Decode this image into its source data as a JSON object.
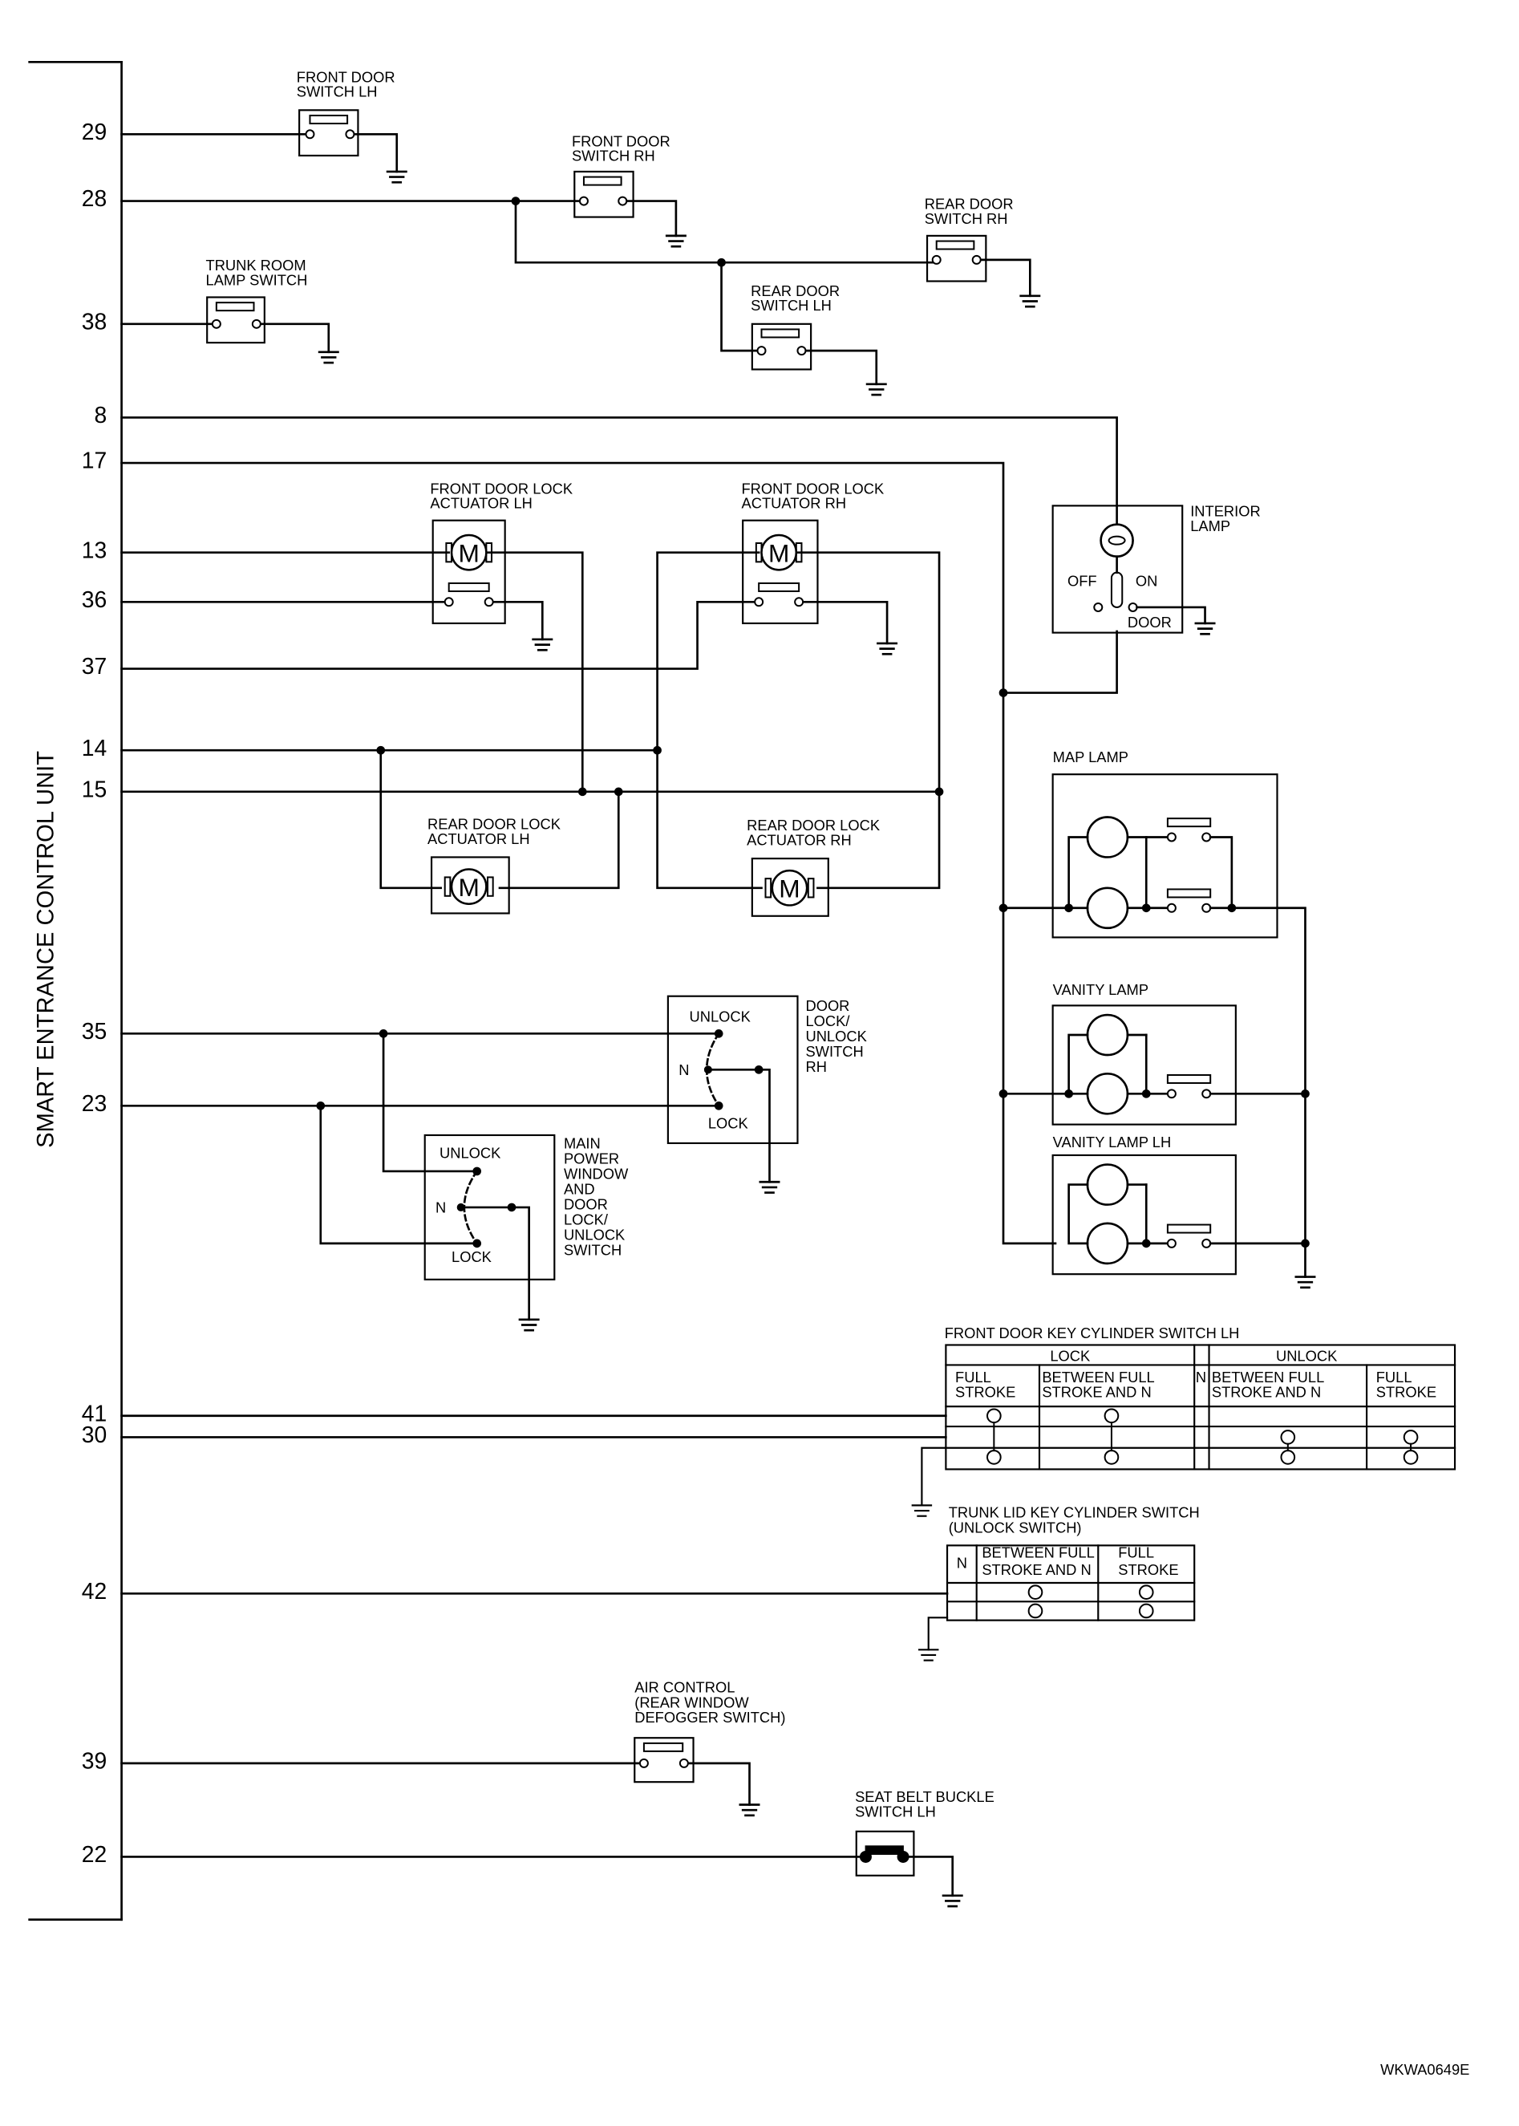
{
  "unit": {
    "name": "SMART ENTRANCE CONTROL UNIT"
  },
  "pins": {
    "p29": "29",
    "p28": "28",
    "p38": "38",
    "p8": "8",
    "p17": "17",
    "p13": "13",
    "p36": "36",
    "p37": "37",
    "p14": "14",
    "p15": "15",
    "p35": "35",
    "p23": "23",
    "p41": "41",
    "p30": "30",
    "p42": "42",
    "p39": "39",
    "p22": "22"
  },
  "components": {
    "front_door_switch_lh": [
      "FRONT DOOR",
      "SWITCH LH"
    ],
    "front_door_switch_rh": [
      "FRONT DOOR",
      "SWITCH RH"
    ],
    "rear_door_switch_rh": [
      "REAR DOOR",
      "SWITCH RH"
    ],
    "rear_door_switch_lh": [
      "REAR DOOR",
      "SWITCH LH"
    ],
    "trunk_room_lamp_switch": [
      "TRUNK ROOM",
      "LAMP SWITCH"
    ],
    "front_door_lock_actuator_lh": [
      "FRONT DOOR LOCK",
      "ACTUATOR LH"
    ],
    "front_door_lock_actuator_rh": [
      "FRONT DOOR LOCK",
      "ACTUATOR RH"
    ],
    "rear_door_lock_actuator_lh": [
      "REAR DOOR LOCK",
      "ACTUATOR LH"
    ],
    "rear_door_lock_actuator_rh": [
      "REAR DOOR LOCK",
      "ACTUATOR RH"
    ],
    "interior_lamp": [
      "INTERIOR",
      "LAMP"
    ],
    "interior_lamp_off": "OFF",
    "interior_lamp_on": "ON",
    "interior_lamp_door": "DOOR",
    "map_lamp": "MAP LAMP",
    "vanity_lamp": "VANITY LAMP",
    "vanity_lamp_lh": "VANITY LAMP LH",
    "door_lock_switch_rh": [
      "DOOR",
      "LOCK/",
      "UNLOCK",
      "SWITCH",
      "RH"
    ],
    "main_power_window_switch": [
      "MAIN",
      "POWER",
      "WINDOW",
      "AND",
      "DOOR",
      "LOCK/",
      "UNLOCK",
      "SWITCH"
    ],
    "switch_unlock": "UNLOCK",
    "switch_n": "N",
    "switch_lock": "LOCK",
    "front_door_key_cylinder_switch_lh": "FRONT DOOR KEY CYLINDER SWITCH LH",
    "trunk_lid_key_cylinder_switch": [
      "TRUNK LID KEY CYLINDER SWITCH",
      "(UNLOCK SWITCH)"
    ],
    "air_control": [
      "AIR CONTROL",
      "(REAR WINDOW",
      "DEFOGGER SWITCH)"
    ],
    "seat_belt_buckle_switch_lh": [
      "SEAT BELT BUCKLE",
      "SWITCH LH"
    ]
  },
  "front_key_table": {
    "lock_header": "LOCK",
    "unlock_header": "UNLOCK",
    "n": "N",
    "full_stroke": [
      "FULL",
      "STROKE"
    ],
    "between": [
      "BETWEEN FULL",
      "STROKE AND N"
    ]
  },
  "trunk_key_table": {
    "n": "N",
    "between": [
      "BETWEEN FULL",
      "STROKE AND N"
    ],
    "full_stroke": [
      "FULL",
      "STROKE"
    ]
  },
  "footer": {
    "code": "WKWA0649E"
  }
}
